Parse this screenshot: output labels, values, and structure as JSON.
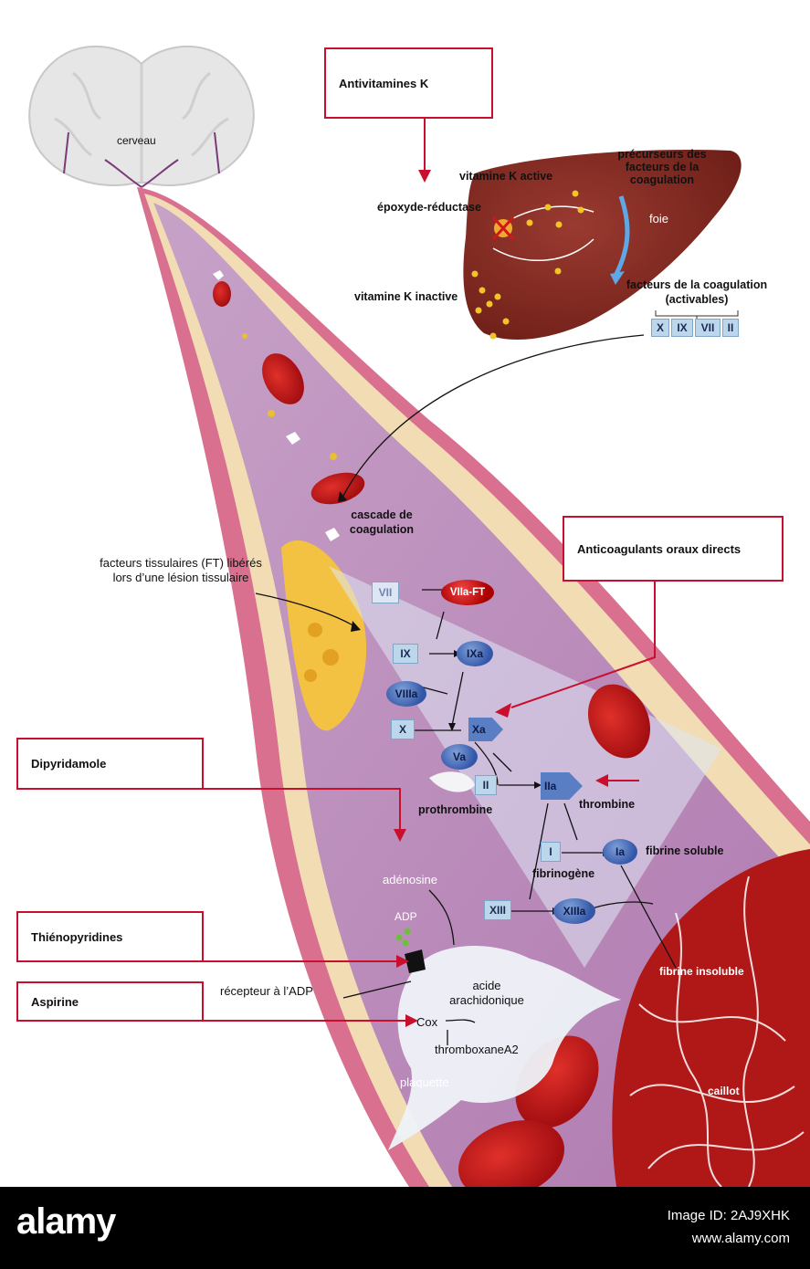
{
  "boxes": {
    "avk": "Antivitamines K",
    "aod": "Anticoagulants oraux directs",
    "dipy": "Dipyridamole",
    "thieno": "Thiénopyridines",
    "aspirin": "Aspirine"
  },
  "labels": {
    "cerveau": "cerveau",
    "vitk_active": "vitamine K active",
    "epoxyde": "époxyde-réductase",
    "precurseurs": "précurseurs des facteurs de la coagulation",
    "foie": "foie",
    "vitk_inactive": "vitamine K inactive",
    "facteurs_coag": "facteurs de la coagulation (activables)",
    "cascade": "cascade de coagulation",
    "ft": "facteurs tissulaires (FT) libérés lors d’une lésion tissulaire",
    "prothrombine": "prothrombine",
    "thrombine": "thrombine",
    "fibrine_soluble": "fibrine soluble",
    "fibrinogene": "fibrinogène",
    "fibrine_insoluble": "fibrine insoluble",
    "adenosine": "adénosine",
    "adp": "ADP",
    "recepteur": "récepteur à l’ADP",
    "acide": "acide arachidonique",
    "cox": "Cox",
    "thromboxane": "thromboxaneA2",
    "plaquette": "plaquette",
    "caillot": "caillot"
  },
  "liver_factors": [
    "X",
    "IX",
    "VII",
    "II"
  ],
  "factors": {
    "vii": "VII",
    "viia_ft": "VIIa-FT",
    "ix": "IX",
    "ixa": "IXa",
    "viiia": "VIIIa",
    "x": "X",
    "xa": "Xa",
    "va": "Va",
    "ii": "II",
    "iia": "IIa",
    "i": "I",
    "ia": "Ia",
    "xiii": "XIII",
    "xiiia": "XIIIa"
  },
  "footer": {
    "logo": "alamy",
    "image_id": "Image ID: 2AJ9XHK",
    "site": "www.alamy.com"
  }
}
